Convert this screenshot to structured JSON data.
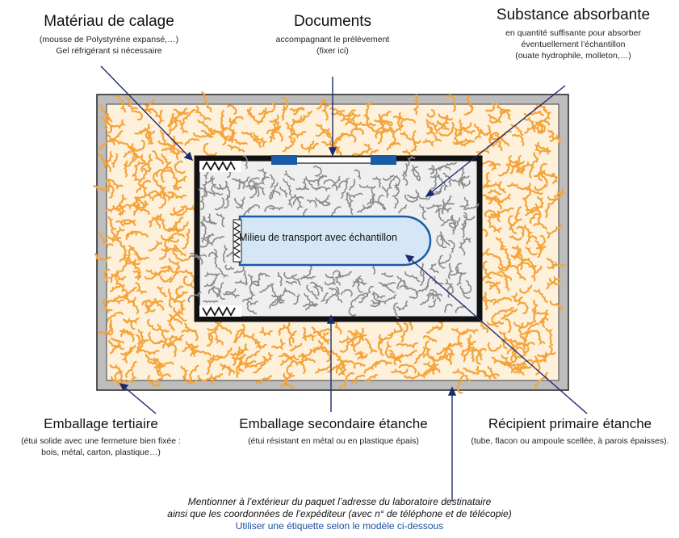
{
  "colors": {
    "orange": "#f5a43a",
    "cream": "#fdf1dc",
    "grey_fill": "#efefef",
    "grey_squiggle": "#8a8a8a",
    "blue": "#1a5aa6",
    "tube": "#d5e7f7",
    "footer_blue": "#1a4fa0"
  },
  "labels": {
    "materiau": {
      "title": "Matériau de calage",
      "lines": [
        "(mousse de Polystyrène expansé,…)",
        "Gel réfrigérant si nécessaire"
      ]
    },
    "documents": {
      "title": "Documents",
      "lines": [
        "accompagnant le prélèvement",
        "(fixer ici)"
      ]
    },
    "substance": {
      "title": "Substance absorbante",
      "lines": [
        "en quantité suffisante pour absorber",
        "éventuellement l’échantillon",
        "(ouate hydrophile, molleton,…)"
      ]
    },
    "tube": "Milieu de transport avec échantillon",
    "tertiaire": {
      "title": "Emballage tertiaire",
      "lines": [
        "(étui solide avec une fermeture bien fixée :",
        "bois, métal, carton, plastique…)"
      ]
    },
    "secondaire": {
      "title": "Emballage secondaire étanche",
      "lines": [
        "(étui résistant en métal ou en plastique épais)"
      ]
    },
    "primaire": {
      "title": "Récipient primaire étanche",
      "lines": [
        "(tube, flacon ou ampoule scellée, à parois épaisses)."
      ]
    }
  },
  "footer": {
    "line1": "Mentionner à l’extérieur du paquet l’adresse du laboratoire destinataire",
    "line2": "ainsi que les coordonnées de l’expéditeur (avec n° de téléphone et de télécopie)",
    "line3": "Utiliser une étiquette selon le modèle ci-dessous"
  }
}
